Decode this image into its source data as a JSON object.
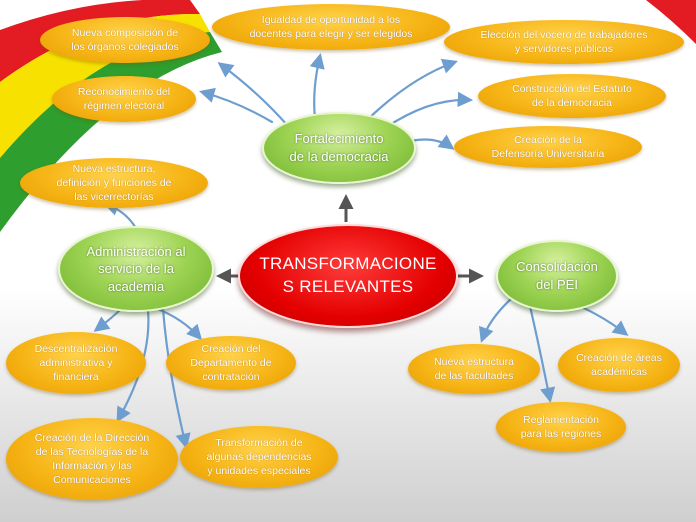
{
  "center": "TRANSFORMACIONE\nS RELEVANTES",
  "main_nodes": {
    "democracia": "Fortalecimiento\nde la democracia",
    "administracion": "Administración al\nservicio de la\nacademia",
    "pei": "Consolidación\ndel PEI"
  },
  "democracia_items": [
    "Nueva composición de\nlos órganos colegiados",
    "Igualdad de oportunidad a los\ndocentes para elegir  y ser elegidos",
    "Elección del vocero de trabajadores\ny servidores públicos",
    "Reconocimiento del\nrégimen electoral",
    "Construcción del Estatuto\nde la democracia",
    "Creación de la\nDefensoría Universitaria"
  ],
  "administracion_items": [
    "Nueva estructura,\ndefinición y funciones  de\nlas vicerrectorías",
    "Descentralización\nadministrativa y\nfinanciera",
    "Creación del\nDepartamento de\ncontratación",
    "Creación de la Dirección\nde las Tecnologías de la\nInformación y las\nComunicaciones",
    "Transformación de\nalgunas dependencias\ny unidades especiales"
  ],
  "pei_items": [
    "Nueva estructura\nde las facultades",
    "Creación de áreas\nacadémicas",
    "Reglamentación\npara las regiones"
  ],
  "colors": {
    "center": "#e40000",
    "main": "#8fca45",
    "item": "#f6b415",
    "connector": "#6d9ecf",
    "arrow": "#555555",
    "ribbon_green": "#2e9e2e",
    "ribbon_yellow": "#f7e100",
    "ribbon_red": "#e31b23"
  }
}
